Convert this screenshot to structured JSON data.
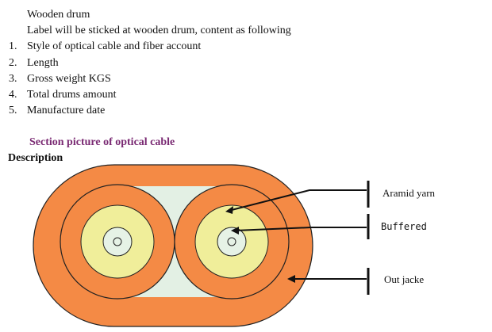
{
  "header": {
    "title": "Wooden drum",
    "subtitle": "Label will be sticked at wooden drum, content as following"
  },
  "label_items": [
    {
      "number": "1.",
      "text": "Style of optical cable and fiber account"
    },
    {
      "number": "2.",
      "text": "Length"
    },
    {
      "number": "3.",
      "text": "Gross weight KGS"
    },
    {
      "number": "4.",
      "text": "Total drums amount"
    },
    {
      "number": "5.",
      "text": "Manufacture date"
    }
  ],
  "section": {
    "title": "Section picture of optical cable",
    "description_label": "Description"
  },
  "diagram": {
    "labels": {
      "aramid": "Aramid yarn",
      "buffered": "Buffered",
      "outer": "Out jacke"
    },
    "colors": {
      "jacket": "#f48a45",
      "aramid_fill": "#e3f0e4",
      "buffer": "#f0ee9a",
      "core": "#e6f2e6",
      "outline": "#222222",
      "marker": "#111111"
    }
  }
}
